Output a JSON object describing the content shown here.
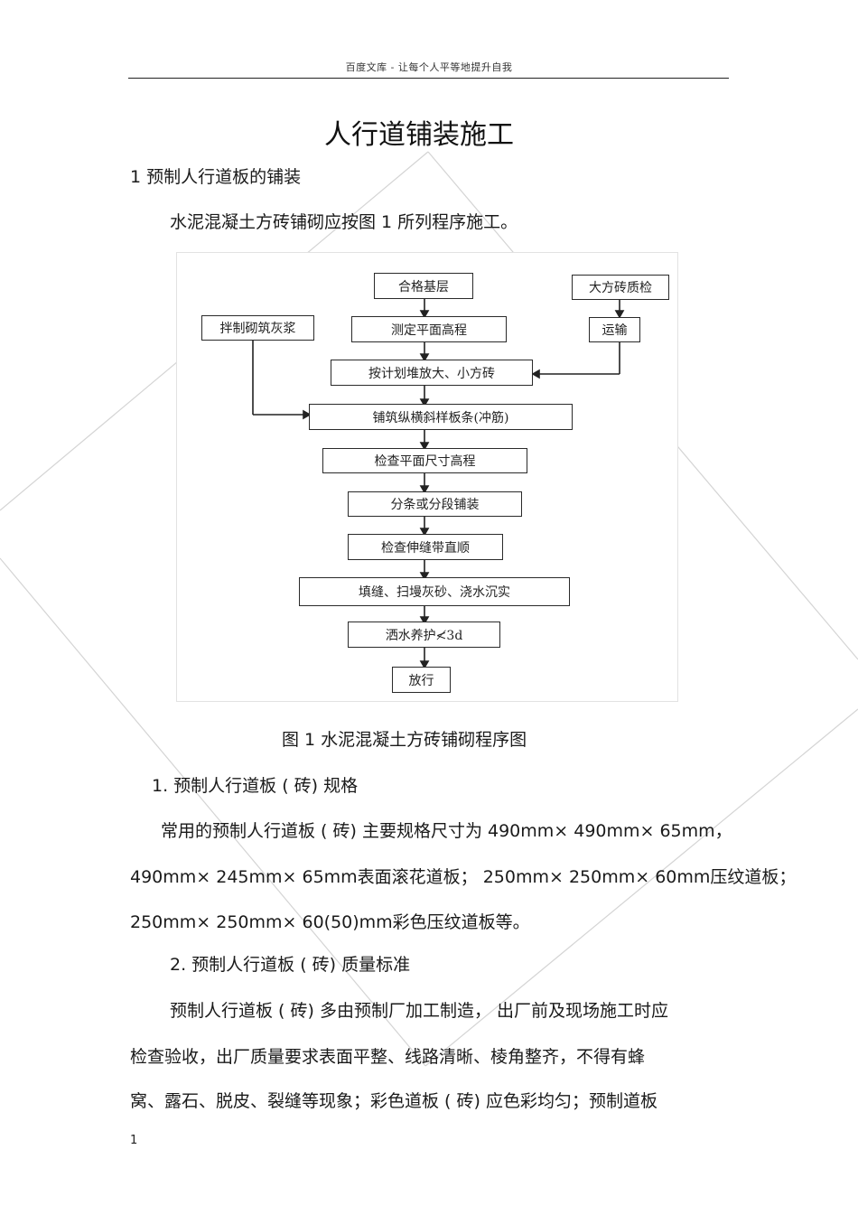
{
  "header": {
    "text": "百度文库  - 让每个人平等地提升自我"
  },
  "document": {
    "title": "人行道铺装施工",
    "section_1_heading": "1    预制人行道板的铺装",
    "intro": "水泥混凝土方砖铺砌应按图    1  所列程序施工。",
    "figure": {
      "caption": "图 1    水泥混凝土方砖铺砌程序图",
      "boxes": {
        "qualified_base": "合格基层",
        "brick_inspection": "大方砖质检",
        "mix_mortar": "拌制砌筑灰浆",
        "measure_elevation": "测定平面高程",
        "transport": "运输",
        "stack_bricks": "按计划堆放大、小方砖",
        "lay_strips": "铺筑纵横斜样板条(冲筋)",
        "check_dimensions": "检查平面尺寸高程",
        "lay_in_sections": "分条或分段铺装",
        "check_joints": "检查伸缝带直顺",
        "fill_joints": "填缝、扫墁灰砂、浇水沉实",
        "curing": "洒水养护≮3d",
        "open_traffic": "放行"
      }
    },
    "subsection_1_heading": "1.    预制人行道板 ( 砖) 规格",
    "spec_para": [
      "常用的预制人行道板  ( 砖) 主要规格尺寸为   490mm× 490mm× 65mm，",
      "490mm× 245mm× 65mm表面滚花道板；  250mm× 250mm× 60mm压纹道板；",
      "250mm× 250mm× 60(50)mm彩色压纹道板等。"
    ],
    "subsection_2_heading": "2. 预制人行道板 ( 砖) 质量标准",
    "quality_para": [
      "预制人行道板  ( 砖) 多由预制厂加工制造，   出厂前及现场施工时应",
      "检查验收，出厂质量要求表面平整、线路清晰、棱角整齐，不得有蜂",
      "窝、露石、脱皮、裂缝等现象；彩色道板    ( 砖) 应色彩均匀；预制道板"
    ]
  },
  "footer": {
    "page_number": "1"
  }
}
